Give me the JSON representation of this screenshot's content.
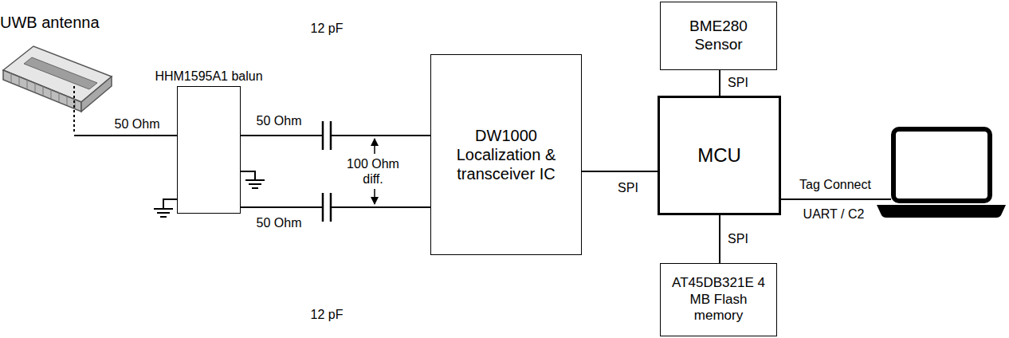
{
  "diagram": {
    "nodes": [
      {
        "text": [
          "UWB antenna"
        ]
      },
      {
        "text": [
          "HHM1595A1 balun"
        ]
      },
      {
        "text": [
          "DW1000 Localization & transceiver IC"
        ]
      },
      {
        "text": [
          "BME280 Sensor"
        ]
      },
      {
        "text": [
          "MCU"
        ]
      },
      {
        "text": [
          "AT45DB321E 4 MB Flash memory"
        ]
      }
    ],
    "edges": [
      {
        "from": 0,
        "to": 1,
        "arrow": "none",
        "label": "50 Ohm"
      },
      {
        "from": 1,
        "to": 2,
        "arrow": "none",
        "label": "50 Ohm"
      },
      {
        "from": 1,
        "to": 2,
        "arrow": "none",
        "label": "50 Ohm"
      },
      {
        "from": 2,
        "to": 4,
        "arrow": "none",
        "label": "SPI"
      },
      {
        "from": 3,
        "to": 4,
        "arrow": "none",
        "label": "SPI"
      },
      {
        "from": 5,
        "to": 4,
        "arrow": "none",
        "label": "SPI"
      }
    ],
    "labels": [
      "12 pF",
      "12 pF",
      "100 Ohm diff.",
      "Tag Connect",
      "UART / C2"
    ]
  }
}
